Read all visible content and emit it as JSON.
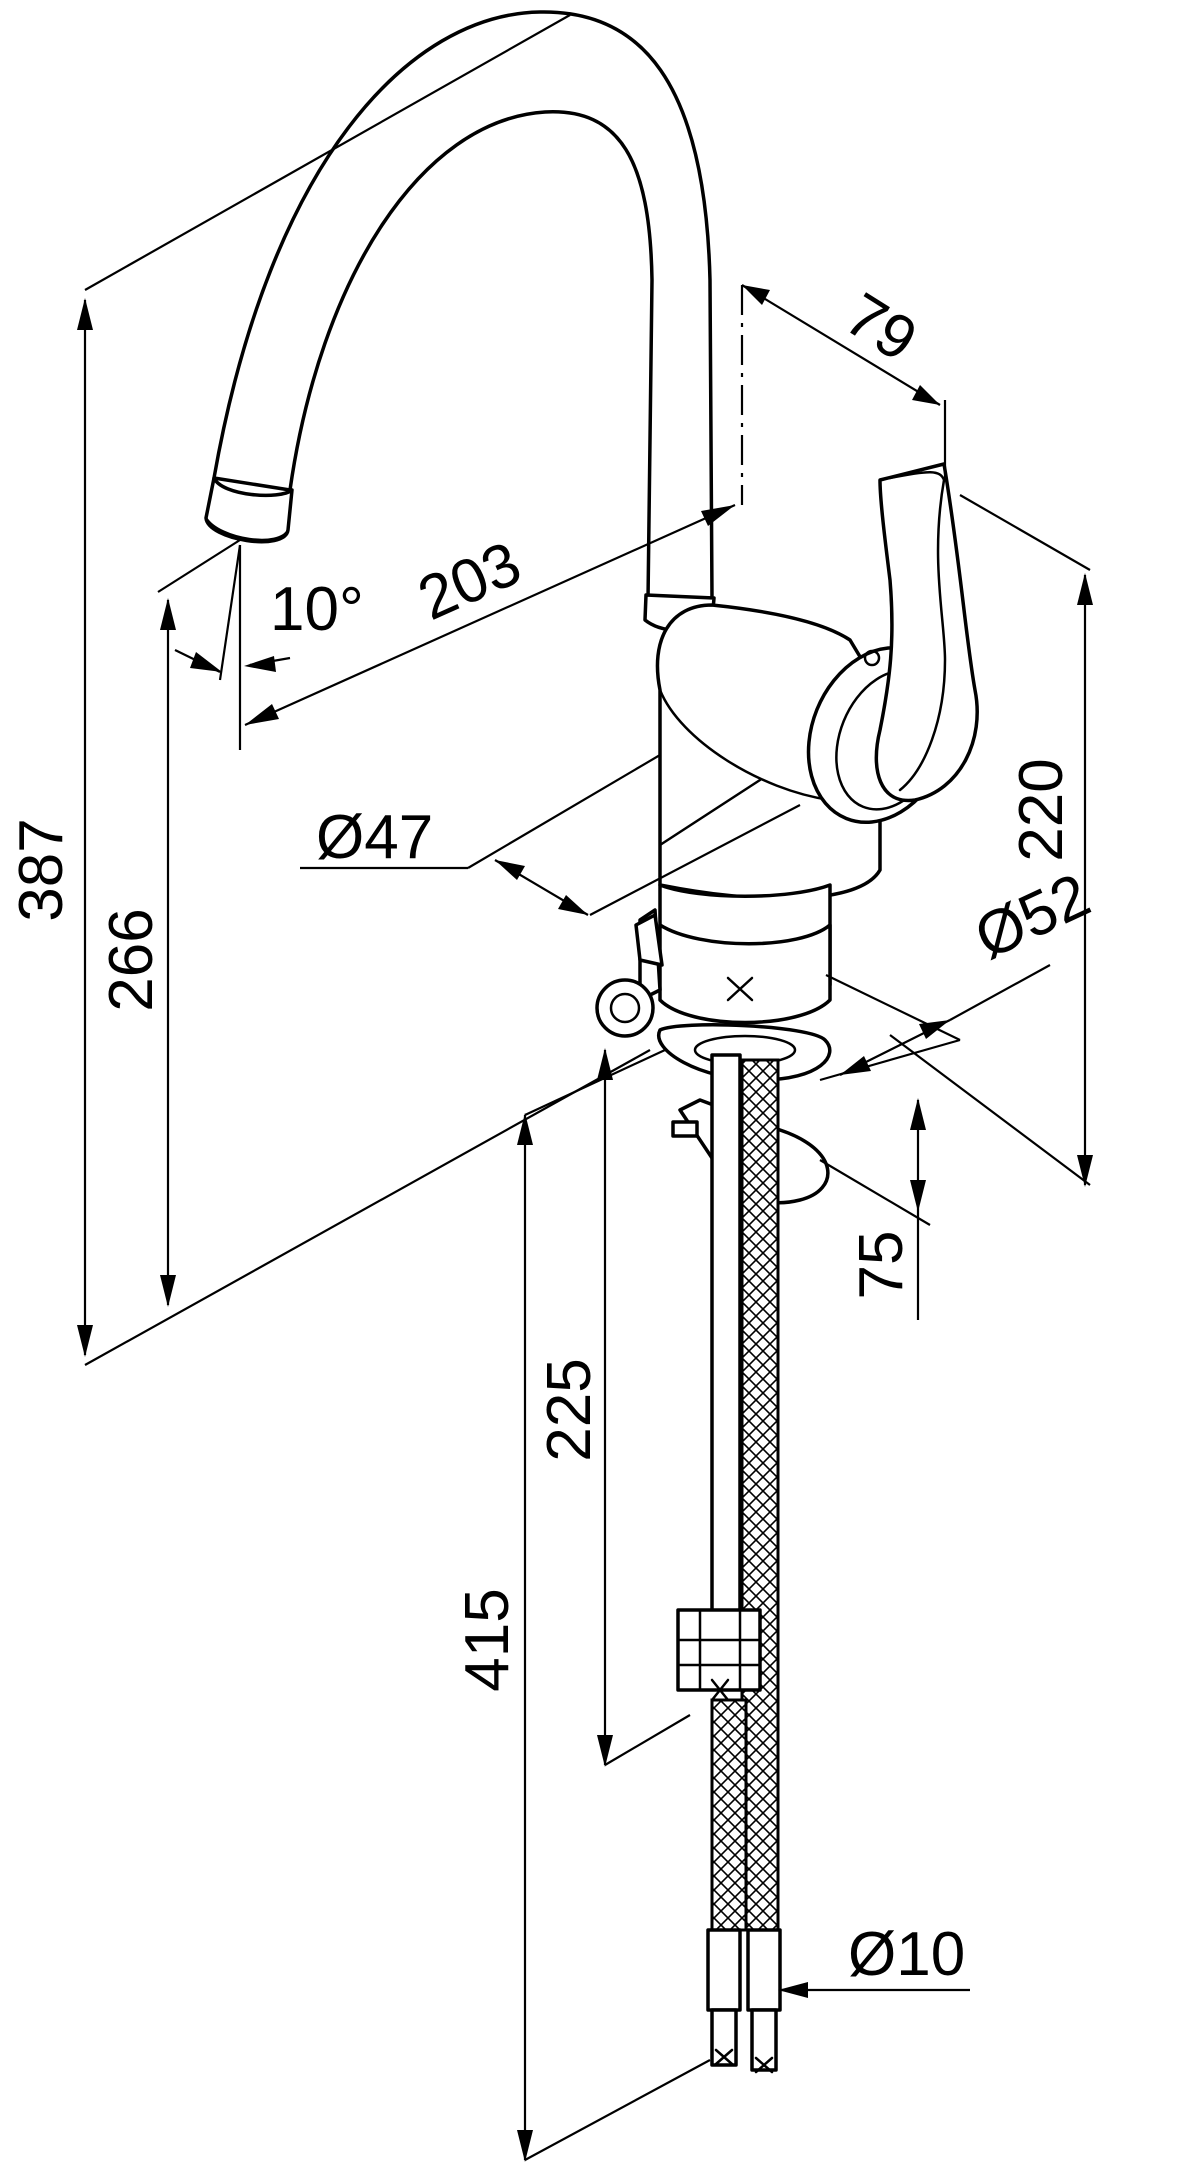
{
  "dimensions": {
    "total_height": "387",
    "spout_height": "266",
    "spout_reach": "203",
    "spout_angle": "10°",
    "handle_offset": "79",
    "lever_height": "220",
    "body_diameter": "Ø47",
    "base_diameter": "Ø52",
    "max_deck_thickness": "75",
    "threaded_shank_length": "225",
    "hose_length": "415",
    "connector_diameter": "Ø10"
  }
}
